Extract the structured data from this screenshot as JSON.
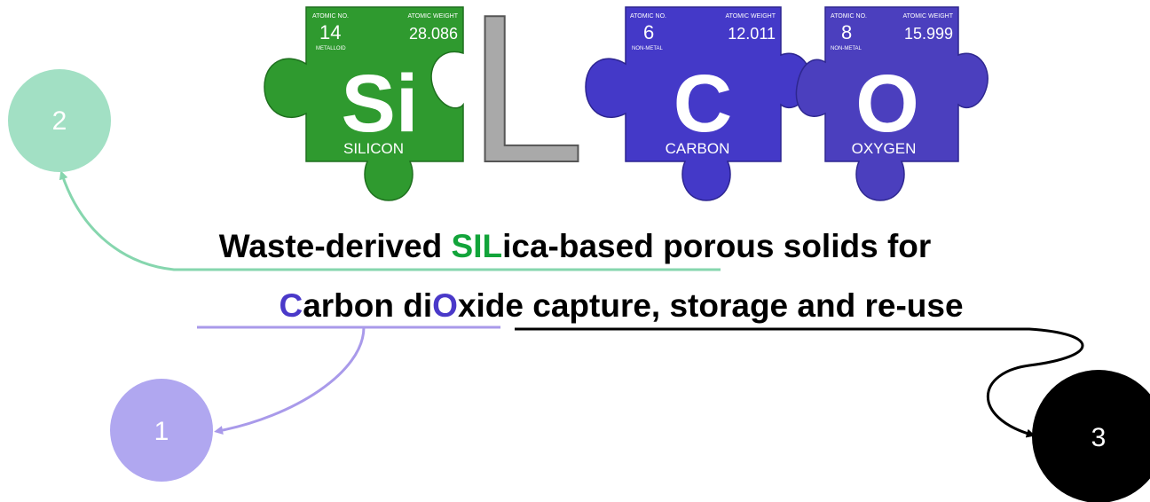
{
  "colors": {
    "silicon": "#2f9a2f",
    "carbon": "#4439c8",
    "oxygen": "#4b3fbe",
    "letter_l": "#a9a9a9",
    "highlight_green": "#12a43a",
    "highlight_purple": "#4a39c9",
    "circle1": "#b0a7f0",
    "circle2": "#a2e0c4",
    "circle3": "#000000",
    "line_green": "#86d6ae",
    "line_purple": "#a99aea"
  },
  "logo": {
    "letter_l": "L",
    "pieces": [
      {
        "atomic_no_label": "ATOMIC NO.",
        "atomic_weight_label": "ATOMIC WEIGHT",
        "atomic_no": "14",
        "atomic_weight": "28.086",
        "category": "METALLOID",
        "symbol": "Si",
        "name": "SILICON"
      },
      {
        "atomic_no_label": "ATOMIC NO.",
        "atomic_weight_label": "ATOMIC WEIGHT",
        "atomic_no": "6",
        "atomic_weight": "12.011",
        "category": "NON-METAL",
        "symbol": "C",
        "name": "CARBON"
      },
      {
        "atomic_no_label": "ATOMIC NO.",
        "atomic_weight_label": "ATOMIC WEIGHT",
        "atomic_no": "8",
        "atomic_weight": "15.999",
        "category": "NON-METAL",
        "symbol": "O",
        "name": "OXYGEN"
      }
    ]
  },
  "title": {
    "line1": {
      "pre": "Waste-derived ",
      "hl1": "SIL",
      "mid": "ica-based",
      "post": " porous solids for"
    },
    "line2": {
      "hl1": "C",
      "a": "arbon di",
      "hl2": "O",
      "b": "xide",
      "post": " capture, storage and re-use"
    }
  },
  "circles": [
    {
      "label": "1"
    },
    {
      "label": "2"
    },
    {
      "label": "3"
    }
  ]
}
